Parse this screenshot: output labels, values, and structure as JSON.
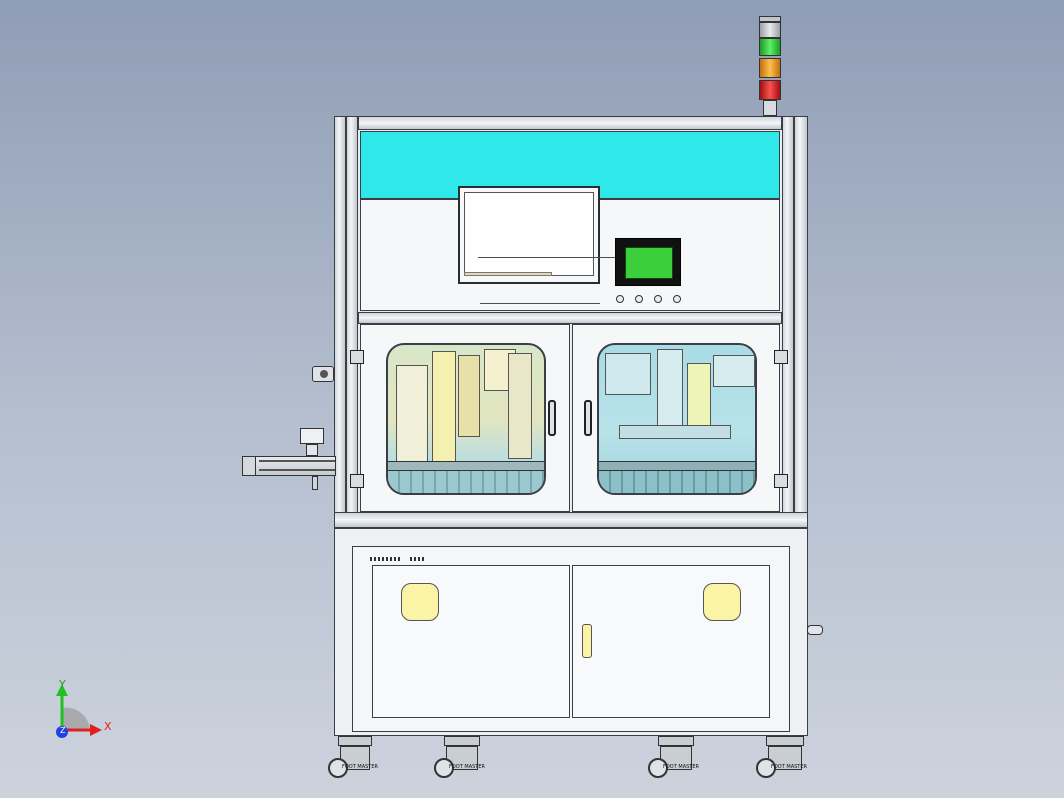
{
  "machine": {
    "accent_colors": {
      "top_panel": "#2ee8ea",
      "tower_green": "#2fd13a",
      "tower_amber": "#f0a020",
      "tower_red": "#e32222",
      "hmi_screen": "#3ccf3c",
      "window_tint": "#b4e0e6",
      "vent_fill": "#fbf3a6"
    },
    "hmi": {
      "buttons_count_visible": 4
    },
    "caster_labels": [
      "FOOT MASTER",
      "FOOT MASTER",
      "FOOT MASTER",
      "FOOT MASTER"
    ]
  },
  "axis_triad": {
    "x_label": "X",
    "y_label": "Y",
    "z_label": "Z"
  }
}
